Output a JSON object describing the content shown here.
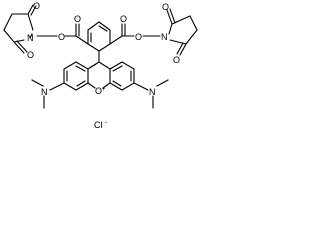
{
  "molecule": {
    "atom_labels": {
      "o_carbonyl": "O",
      "o_ester": "O",
      "n_imide": "N",
      "n_amine": "N",
      "o_ring": "O",
      "o_ring_charge": "+",
      "counterion": "Cl",
      "counterion_charge": "−"
    }
  }
}
